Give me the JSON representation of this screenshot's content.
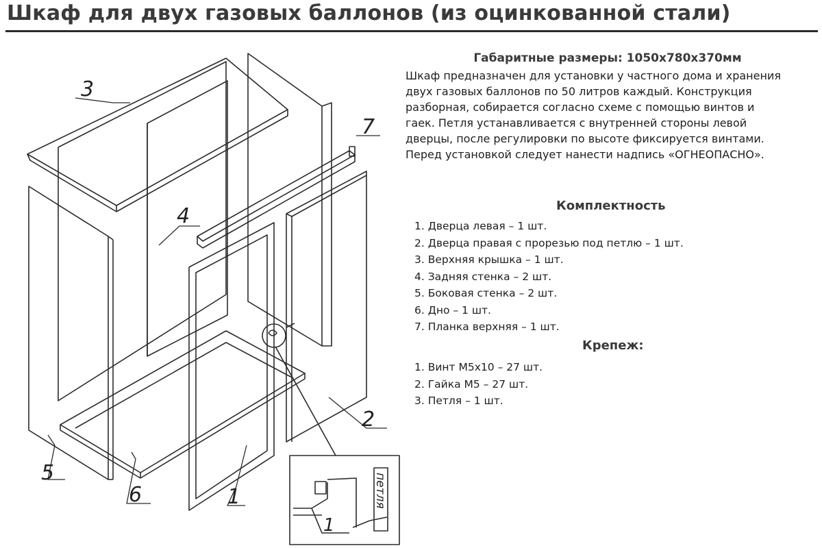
{
  "title": "Шкаф для двух газовых баллонов (из оцинкованной стали)",
  "dimensions": {
    "heading": "Габаритные размеры: 1050х780х370мм",
    "description": [
      "Шкаф предназначен для установки у частного дома и хранения",
      "двух газовых баллонов по 50 литров каждый. Конструкция",
      "разборная, собирается согласно схеме с помощью винтов и",
      "гаек. Петля устанавливается с внутренней стороны левой",
      "дверцы, после регулировки по высоте фиксируется винтами.",
      "Перед  установкой следует нанести надпись «ОГНЕОПАСНО»."
    ]
  },
  "kit": {
    "heading": "Комплектность",
    "items": [
      "1. Дверца левая  – 1 шт.",
      "2. Дверца правая с прорезью  под петлю – 1 шт.",
      "3. Верхняя крышка – 1 шт.",
      "4. Задняя стенка – 2 шт.",
      "5. Боковая стенка – 2 шт.",
      "6. Дно – 1 шт.",
      "7. Планка верхняя – 1 шт."
    ]
  },
  "fasteners": {
    "heading": "Крепеж:",
    "items": [
      "1. Винт М5х10 – 27 шт.",
      "2. Гайка М5 – 27 шт.",
      "3. Петля – 1 шт."
    ]
  },
  "diagram": {
    "callouts": [
      "3",
      "7",
      "4",
      "5",
      "6",
      "1",
      "2"
    ],
    "inset_number": "1",
    "inset_label": "петля"
  }
}
